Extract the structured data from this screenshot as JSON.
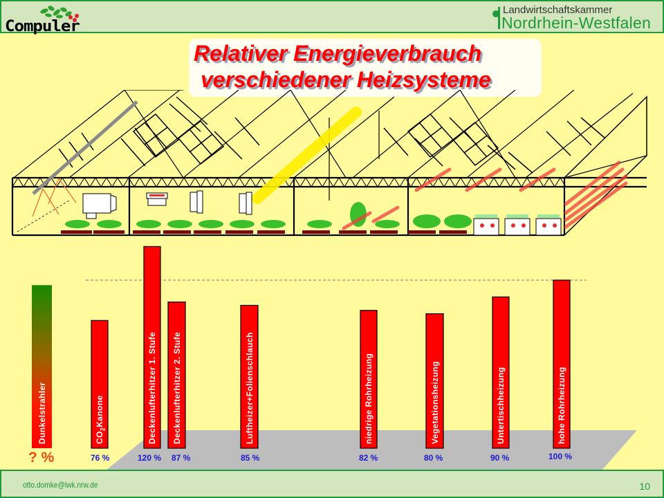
{
  "header": {
    "left_logo_text": "Compuler",
    "org_line1": "Landwirtschaftskammer",
    "org_line2": "Nordrhein-Westfalen"
  },
  "title": {
    "line1": "Relativer Energieverbrauch",
    "line2": "verschiedener Heizsysteme"
  },
  "footer": {
    "email": "otto.domke@lwk.nrw.de",
    "page_number": "10"
  },
  "colors": {
    "background": "#fffb9c",
    "header_bg": "#d3e6bd",
    "brand_green": "#1f9a3a",
    "bar_red": "#ff0000",
    "value_blue": "#1a1ad0",
    "title_red": "#ff0000",
    "floor_gray": "#bdbdbd"
  },
  "chart_data": {
    "type": "bar",
    "title": "Relativer Energieverbrauch verschiedener Heizsysteme",
    "xlabel": "",
    "ylabel": "",
    "reference_line": 100,
    "ylim": [
      0,
      125
    ],
    "categories": [
      "Dunkelstrahler",
      "CO2 Kanone",
      "Deckenlufterhitzer 1. Stufe",
      "Deckenlufterhitzer 2. Stufe",
      "Luftheizer+Folienschlauch",
      "niedrige Rohrheizung",
      "Vegetationsheizung",
      "Untertischheizung",
      "hohe Rohrheizung"
    ],
    "values": [
      null,
      76,
      120,
      87,
      85,
      82,
      80,
      90,
      100
    ],
    "value_labels": [
      "? %",
      "76 %",
      "120 %",
      "87 %",
      "85 %",
      "82 %",
      "80 %",
      "90 %",
      "100 %"
    ],
    "unknown_bar_display_value": 97
  }
}
